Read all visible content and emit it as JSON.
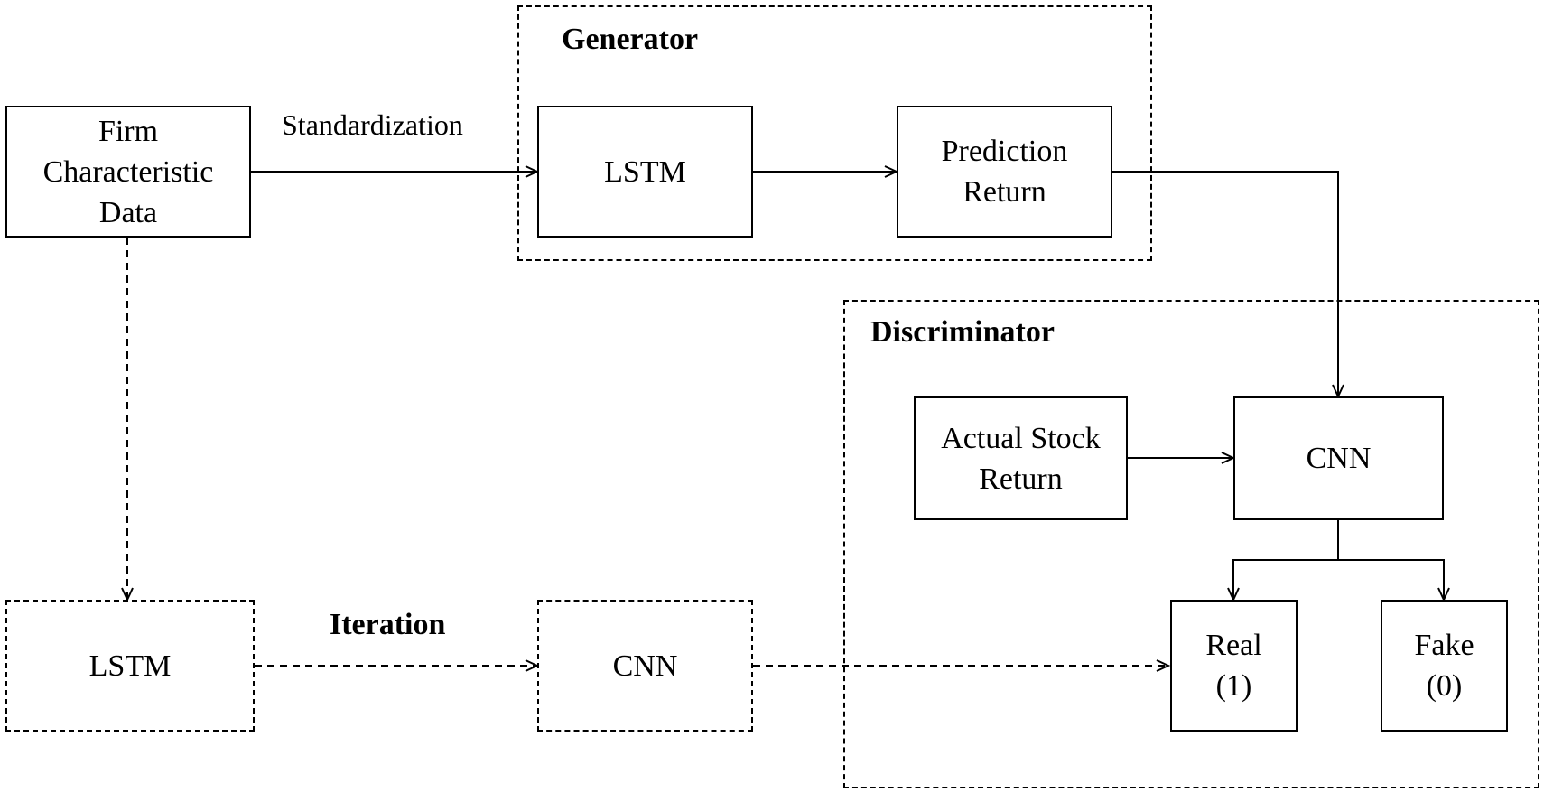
{
  "groups": {
    "generator": {
      "label": "Generator"
    },
    "discriminator": {
      "label": "Discriminator"
    }
  },
  "nodes": {
    "firm_data": {
      "lines": [
        "Firm",
        "Characteristic",
        "Data"
      ]
    },
    "gen_lstm": {
      "lines": [
        "LSTM"
      ]
    },
    "prediction_return": {
      "lines": [
        "Prediction",
        "Return"
      ]
    },
    "actual_stock_return": {
      "lines": [
        "Actual Stock",
        "Return"
      ]
    },
    "disc_cnn": {
      "lines": [
        "CNN"
      ]
    },
    "real": {
      "lines": [
        "Real",
        "(1)"
      ]
    },
    "fake": {
      "lines": [
        "Fake",
        "(0)"
      ]
    },
    "iter_lstm": {
      "lines": [
        "LSTM"
      ]
    },
    "iter_cnn": {
      "lines": [
        "CNN"
      ]
    }
  },
  "edge_labels": {
    "standardization": "Standardization",
    "iteration": "Iteration"
  }
}
